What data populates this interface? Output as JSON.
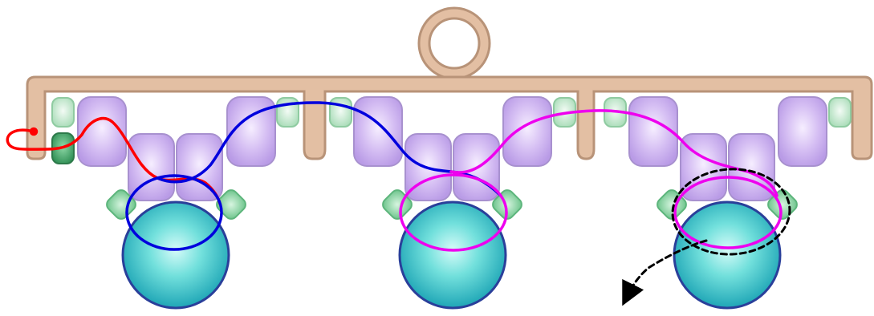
{
  "diagram": {
    "kind": "beading-thread-path",
    "colors": {
      "bar_fill": "#e3bfa3",
      "bar_stroke": "#b89378",
      "cube_bead": "#ccb1f0",
      "cube_bead_stroke": "#9d86c6",
      "seed_bead_light": "#c9ecd2",
      "seed_bead_dark": "#4fae74",
      "drop_bead": "#8fdcaa",
      "round_bead": "#4fcfd3",
      "round_bead_stroke": "#2a3f9a",
      "thread_red": "#ff0000",
      "thread_blue": "#0000dd",
      "thread_magenta": "#ee00ee",
      "thread_next": "#000000"
    },
    "thread_segments": [
      {
        "id": "red",
        "color_key": "thread_red",
        "style": "solid",
        "role": "start"
      },
      {
        "id": "blue",
        "color_key": "thread_blue",
        "style": "solid",
        "role": "step-2"
      },
      {
        "id": "magenta",
        "color_key": "thread_magenta",
        "style": "solid",
        "role": "step-3"
      },
      {
        "id": "next",
        "color_key": "thread_next",
        "style": "dashed",
        "role": "continue"
      }
    ],
    "round_bead_count": 3,
    "loop_icon": "hanging-loop-icon"
  }
}
